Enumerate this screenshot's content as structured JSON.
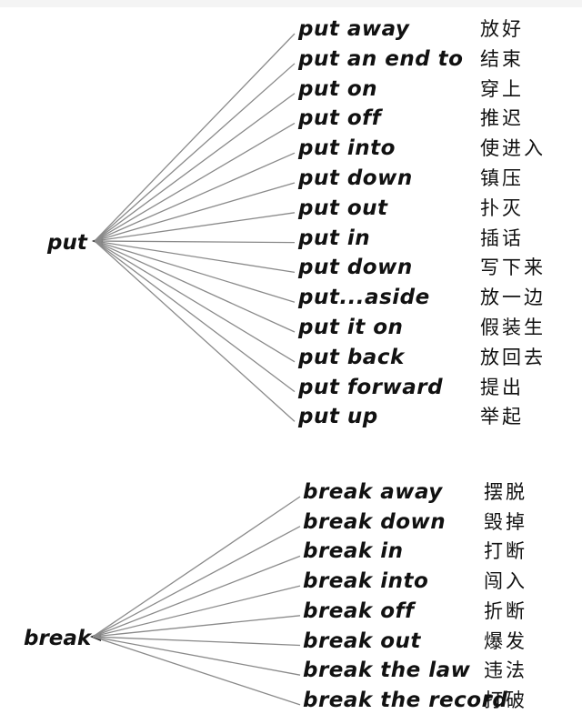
{
  "groups": [
    {
      "root": "put",
      "items": [
        {
          "phrase": "put away",
          "meaning": "放好"
        },
        {
          "phrase": "put an end to",
          "meaning": "结束"
        },
        {
          "phrase": "put on",
          "meaning": "穿上"
        },
        {
          "phrase": "put off",
          "meaning": "推迟"
        },
        {
          "phrase": "put into",
          "meaning": "使进入"
        },
        {
          "phrase": "put down",
          "meaning": "镇压"
        },
        {
          "phrase": "put out",
          "meaning": "扑灭"
        },
        {
          "phrase": "put in",
          "meaning": "插话"
        },
        {
          "phrase": "put down",
          "meaning": "写下来"
        },
        {
          "phrase": "put...aside",
          "meaning": "放一边"
        },
        {
          "phrase": "put it on",
          "meaning": "假装生"
        },
        {
          "phrase": "put back",
          "meaning": "放回去"
        },
        {
          "phrase": "put forward",
          "meaning": "提出"
        },
        {
          "phrase": "put up",
          "meaning": "举起"
        }
      ]
    },
    {
      "root": "break",
      "items": [
        {
          "phrase": "break away",
          "meaning": "摆脱"
        },
        {
          "phrase": "break down",
          "meaning": "毁掉"
        },
        {
          "phrase": "break in",
          "meaning": "打断"
        },
        {
          "phrase": "break into",
          "meaning": "闯入"
        },
        {
          "phrase": "break off",
          "meaning": "折断"
        },
        {
          "phrase": "break out",
          "meaning": "爆发"
        },
        {
          "phrase": "break the law",
          "meaning": "违法"
        },
        {
          "phrase": "break the record",
          "meaning": "打破"
        }
      ]
    }
  ]
}
